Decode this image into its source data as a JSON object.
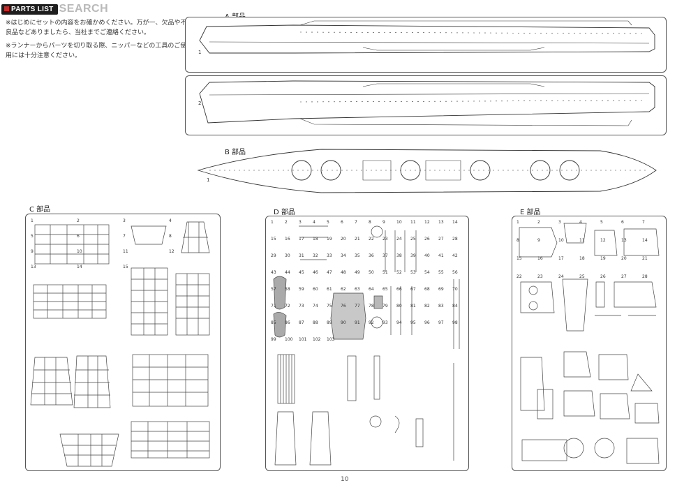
{
  "logo": {
    "badge": "PARTS LIST",
    "watermark": "SEARCH"
  },
  "notes": [
    "※はじめにセットの内容をお確かめください。万が一、欠品や不良品などありましたら、当社までご連絡ください。",
    "※ランナーからパーツを切り取る際、ニッパーなどの工具のご使用には十分注意ください。"
  ],
  "sections": {
    "A": {
      "title": "A 部品"
    },
    "B": {
      "title": "B 部品"
    },
    "C": {
      "title": "C 部品"
    },
    "D": {
      "title": "D 部品"
    },
    "E": {
      "title": "E 部品"
    }
  },
  "part_numbers": {
    "A": [
      "1",
      "2"
    ],
    "B": [
      "1"
    ],
    "C": [
      "1",
      "2",
      "3",
      "4",
      "5",
      "6",
      "7",
      "8",
      "9",
      "10",
      "11",
      "12",
      "13",
      "14",
      "15"
    ],
    "D": [
      "1",
      "2",
      "3",
      "4",
      "5",
      "6",
      "7",
      "8",
      "9",
      "10",
      "11",
      "12",
      "13",
      "14",
      "15",
      "16",
      "17",
      "18",
      "19",
      "20",
      "21",
      "22",
      "23",
      "24",
      "25",
      "26",
      "27",
      "28",
      "29",
      "30",
      "31",
      "32",
      "33",
      "34",
      "35",
      "36",
      "37",
      "38",
      "39",
      "40",
      "41",
      "42",
      "43",
      "44",
      "45",
      "46",
      "47",
      "48",
      "49",
      "50",
      "51",
      "52",
      "53",
      "54",
      "55",
      "56",
      "57",
      "58",
      "59",
      "60",
      "61",
      "62",
      "63",
      "64",
      "65",
      "66",
      "67",
      "68",
      "69",
      "70",
      "71",
      "72",
      "73",
      "74",
      "75",
      "76",
      "77",
      "78",
      "79",
      "80",
      "81",
      "82",
      "83",
      "84",
      "85",
      "86",
      "87",
      "88",
      "89",
      "90",
      "91",
      "92",
      "93",
      "94",
      "95",
      "96",
      "97",
      "98",
      "99",
      "100",
      "101",
      "102",
      "103"
    ],
    "E": [
      "1",
      "2",
      "3",
      "4",
      "5",
      "6",
      "7",
      "8",
      "9",
      "10",
      "11",
      "12",
      "13",
      "14",
      "15",
      "16",
      "17",
      "18",
      "19",
      "20",
      "21",
      "22",
      "23",
      "24",
      "25",
      "26",
      "27",
      "28"
    ]
  },
  "page_number": "10"
}
